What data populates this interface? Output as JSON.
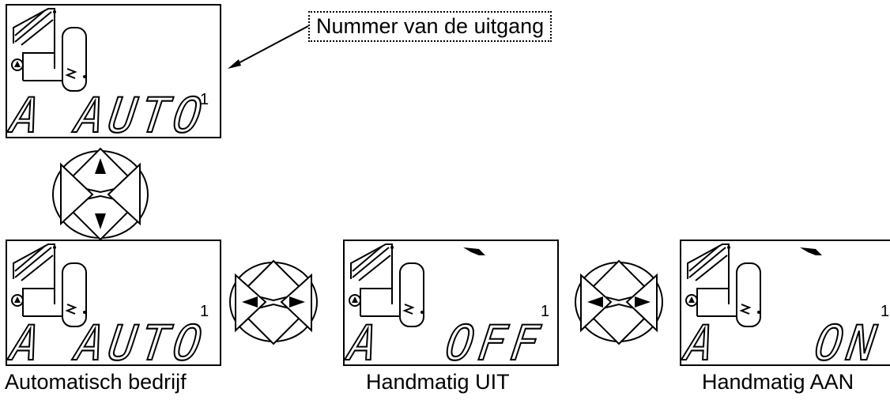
{
  "callout": {
    "text": "Nummer van de uitgang"
  },
  "displays": [
    {
      "mode": "A AUTO",
      "output_number": "1",
      "hand_icon": false
    },
    {
      "mode": "A AUTO",
      "output_number": "1",
      "hand_icon": false
    },
    {
      "mode": "A  OFF",
      "output_number": "1",
      "hand_icon": true
    },
    {
      "mode": "A   ON",
      "output_number": "1",
      "hand_icon": true
    }
  ],
  "captions": {
    "auto": "Automatisch bedrijf",
    "off": "Handmatig UIT",
    "on": "Handmatig AAN"
  },
  "buttons": [
    {
      "arrows": "up-down"
    },
    {
      "arrows": "left-right"
    },
    {
      "arrows": "left-right"
    }
  ]
}
